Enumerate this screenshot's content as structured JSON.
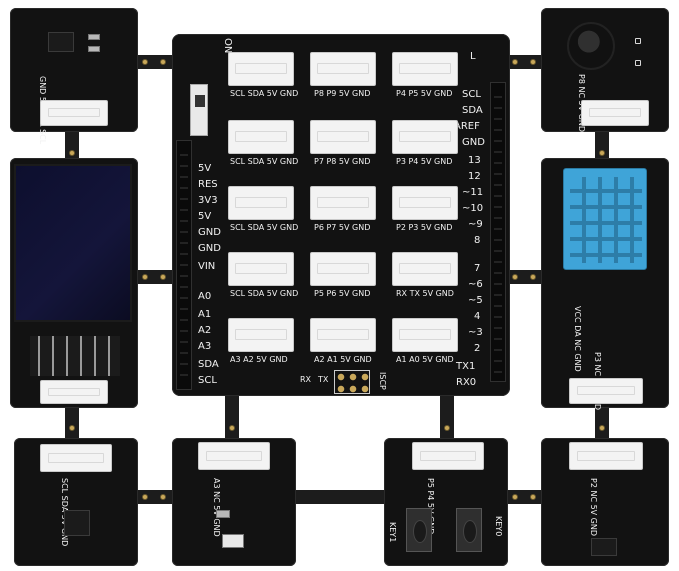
{
  "shield": {
    "top_labels": [
      "ON",
      "L"
    ],
    "left_power_labels": [
      "5V",
      "RES",
      "3V3",
      "5V",
      "GND",
      "GND",
      "VIN"
    ],
    "left_analog_labels": [
      "A0",
      "A1",
      "A2",
      "A3",
      "SDA",
      "SCL"
    ],
    "right_top_labels": [
      "SCL",
      "SDA",
      "AREF",
      "GND"
    ],
    "right_digital_labels": [
      "13",
      "12",
      "~11",
      "~10",
      "~9",
      "8",
      "7",
      "~6",
      "~5",
      "4",
      "~3",
      "2",
      "TX1",
      "RX0"
    ],
    "icsp_label": "ISCP",
    "rx_tx_labels": [
      "RX",
      "TX"
    ],
    "port_rows": [
      [
        "SCL SDA 5V GND",
        "P8 P9 5V GND",
        "P4 P5 5V GND"
      ],
      [
        "SCL SDA 5V GND",
        "P7 P8 5V GND",
        "P3 P4 5V GND"
      ],
      [
        "SCL SDA 5V GND",
        "P6 P7 5V GND",
        "P2 P3 5V GND"
      ],
      [
        "SCL SDA 5V GND",
        "P5 P6 5V GND",
        "RX TX 5V GND"
      ],
      [
        "A3 A2 5V GND",
        "A2 A1 5V GND",
        "A1 A0 5V GND"
      ]
    ]
  },
  "modules": {
    "top_left_pins": "GND 5V SDA SCL",
    "buzzer_pins": "P8 NC 5V GND",
    "dht_pins": "VCC DA NC GND",
    "dht_bottom_pins": "P3 NC 5V GND",
    "bottom_left_pins": "SCL SDA 5V GND",
    "bottom_mid_pins": "A3 NC 5V GND",
    "keys_pins": "P5 P4 5V GND",
    "key_labels": [
      "KEY1",
      "KEY0"
    ],
    "bottom_right_pins": "P2 NC 5V GND"
  },
  "colors": {
    "pcb": "#121212",
    "connector": "#f3f3f3",
    "sensor_blue": "#3fa4d8",
    "oled_screen": "#14153a",
    "gold_hole": "#c9a85a"
  }
}
